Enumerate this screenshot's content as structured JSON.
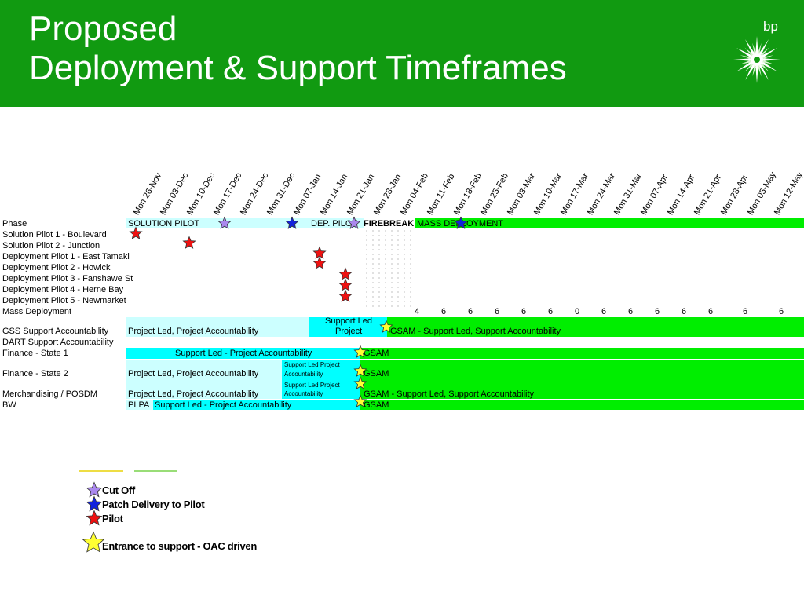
{
  "header": {
    "title_line1": "Proposed",
    "title_line2": "Deployment & Support Timeframes",
    "brand": "bp",
    "header_color": "#119a11"
  },
  "dates": [
    "Mon 26-Nov",
    "Mon 03-Dec",
    "Mon 10-Dec",
    "Mon 17-Dec",
    "Mon 24-Dec",
    "Mon 31-Dec",
    "Mon 07-Jan",
    "Mon 14-Jan",
    "Mon 21-Jan",
    "Mon 28-Jan",
    "Mon 04-Feb",
    "Mon 11-Feb",
    "Mon 18-Feb",
    "Mon 25-Feb",
    "Mon 03-Mar",
    "Mon 10-Mar",
    "Mon 17-Mar",
    "Mon 24-Mar",
    "Mon 31-Mar",
    "Mon 07-Apr",
    "Mon 14-Apr",
    "Mon 21-Apr",
    "Mon 28-Apr",
    "Mon 05-May",
    "Mon 12-May"
  ],
  "rows": {
    "phase": "Phase",
    "sp1": "Solution Pilot 1 - Boulevard",
    "sp2": "Solution Pilot 2 - Junction",
    "dp1": "Deployment Pilot 1 - East Tamaki",
    "dp2": "Deployment Pilot 2 - Howick",
    "dp3": "Deployment Pilot 3 - Fanshawe St",
    "dp4": "Deployment Pilot 4 - Herne Bay",
    "dp5": "Deployment Pilot 5 - Newmarket",
    "mass": "Mass Deployment",
    "gss": "GSS Support Accountability",
    "dart": "DART Support Accountability",
    "fin1": "Finance - State 1",
    "fin2": "Finance - State 2",
    "merch": "Merchandising / POSDM",
    "bw": "BW"
  },
  "bars": {
    "solution_pilot": "SOLUTION PILOT",
    "dep_pilot": "DEP. PILOT",
    "firebreak": "FIREBREAK",
    "mass_deployment": "MASS DEPLOYMENT",
    "gss_project": "Project Led, Project Accountability",
    "gss_support_led_1": "Support Led",
    "gss_support_led_2": "Project",
    "gss_gsam": "GSAM  - Support Led, Support Accountability",
    "fin1_support": "Support Led - Project Accountability",
    "fin1_gsam": "GSAM",
    "fin2_project": "Project Led, Project Accountability",
    "fin2_support_1": "Support Led Project",
    "fin2_support_2": "Accountability",
    "fin2_gsam": "GSAM",
    "merch_project": "Project Led, Project Accountability",
    "merch_support_1": "Support Led Project",
    "merch_support_2": "Accountability",
    "merch_gsam": "GSAM  - Support Led, Support Accountability",
    "bw_plpa": "PLPA",
    "bw_support": "Support Led - Project Accountability",
    "bw_gsam": "GSAM"
  },
  "mass_counts": [
    {
      "col": 11,
      "value": "4"
    },
    {
      "col": 12,
      "value": "6"
    },
    {
      "col": 13,
      "value": "6"
    },
    {
      "col": 14,
      "value": "6"
    },
    {
      "col": 15,
      "value": "6"
    },
    {
      "col": 16,
      "value": "6"
    },
    {
      "col": 17,
      "value": "0"
    },
    {
      "col": 18,
      "value": "6"
    },
    {
      "col": 19,
      "value": "6"
    },
    {
      "col": 20,
      "value": "6"
    },
    {
      "col": 21,
      "value": "6"
    },
    {
      "col": 22,
      "value": "6"
    },
    {
      "col": 23,
      "value": "6"
    },
    {
      "col": 24,
      "value": "6"
    }
  ],
  "legend": {
    "cutoff": "Cut Off",
    "patch": "Patch Delivery to Pilot",
    "pilot": "Pilot",
    "entrance": "Entrance to support - OAC driven"
  },
  "colors": {
    "light_cyan": "#ccffff",
    "cyan": "#00ffff",
    "green": "#00ee00",
    "star_cutoff": "#aa88ee",
    "star_patch": "#1122dd",
    "star_pilot": "#ee1111",
    "star_entrance": "#ffff33"
  }
}
